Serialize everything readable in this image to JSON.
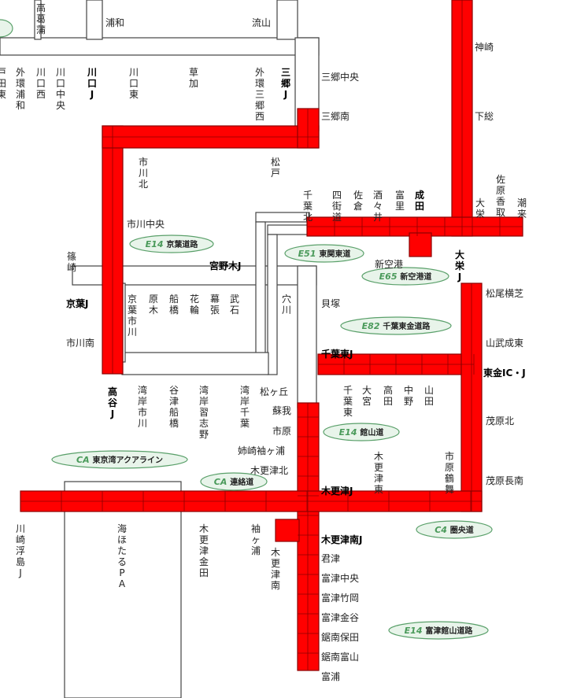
{
  "colors": {
    "toll": "#ff0000",
    "toll_border": "#8b0000",
    "free": "#ffffff",
    "free_border": "#444444",
    "badge_fill": "#e8f4ea",
    "badge_border": "#5aa06a"
  },
  "routes": [
    {
      "code": "E14",
      "name": "京葉道路"
    },
    {
      "code": "E51",
      "name": "東関東道"
    },
    {
      "code": "E65",
      "name": "新空港道"
    },
    {
      "code": "E82",
      "name": "千葉東金道路"
    },
    {
      "code": "E14",
      "name": "館山道"
    },
    {
      "code": "CA",
      "name": "東京湾アクアライン"
    },
    {
      "code": "CA",
      "name": "連絡道"
    },
    {
      "code": "C4",
      "name": "圏央道"
    },
    {
      "code": "E14",
      "name": "富津館山道路"
    }
  ],
  "interchanges": [
    {
      "name": "高葛蒲",
      "bold": false
    },
    {
      "name": "浦和",
      "bold": false
    },
    {
      "name": "流山",
      "bold": false
    },
    {
      "name": "戸田東",
      "bold": false
    },
    {
      "name": "外環浦和",
      "bold": false
    },
    {
      "name": "川口西",
      "bold": false
    },
    {
      "name": "川口中央",
      "bold": false
    },
    {
      "name": "川口J",
      "bold": true
    },
    {
      "name": "川口東",
      "bold": false
    },
    {
      "name": "草加",
      "bold": false
    },
    {
      "name": "外環三郷西",
      "bold": false
    },
    {
      "name": "三郷J",
      "bold": true
    },
    {
      "name": "三郷中央",
      "bold": false
    },
    {
      "name": "三郷南",
      "bold": false
    },
    {
      "name": "神崎",
      "bold": false
    },
    {
      "name": "下総",
      "bold": false
    },
    {
      "name": "市川北",
      "bold": false
    },
    {
      "name": "松戸",
      "bold": false
    },
    {
      "name": "市川中央",
      "bold": false
    },
    {
      "name": "千葉北",
      "bold": false
    },
    {
      "name": "四街道",
      "bold": false
    },
    {
      "name": "佐倉",
      "bold": false
    },
    {
      "name": "酒々井",
      "bold": false
    },
    {
      "name": "富里",
      "bold": false
    },
    {
      "name": "成田",
      "bold": true
    },
    {
      "name": "大栄",
      "bold": false
    },
    {
      "name": "佐原香取",
      "bold": false
    },
    {
      "name": "潮来",
      "bold": false
    },
    {
      "name": "篠崎",
      "bold": false
    },
    {
      "name": "宮野木J",
      "bold": true
    },
    {
      "name": "新空港",
      "bold": false
    },
    {
      "name": "大栄J",
      "bold": true
    },
    {
      "name": "松尾横芝",
      "bold": false
    },
    {
      "name": "京葉J",
      "bold": true
    },
    {
      "name": "京葉市川",
      "bold": false
    },
    {
      "name": "原木",
      "bold": false
    },
    {
      "name": "船橋",
      "bold": false
    },
    {
      "name": "花輪",
      "bold": false
    },
    {
      "name": "幕張",
      "bold": false
    },
    {
      "name": "武石",
      "bold": false
    },
    {
      "name": "穴川",
      "bold": false
    },
    {
      "name": "貝塚",
      "bold": false
    },
    {
      "name": "市川南",
      "bold": false
    },
    {
      "name": "山武成東",
      "bold": false
    },
    {
      "name": "千葉東J",
      "bold": true
    },
    {
      "name": "東金IC・J",
      "bold": true
    },
    {
      "name": "高谷J",
      "bold": true
    },
    {
      "name": "湾岸市川",
      "bold": false
    },
    {
      "name": "谷津船橋",
      "bold": false
    },
    {
      "name": "湾岸習志野",
      "bold": false
    },
    {
      "name": "湾岸千葉",
      "bold": false
    },
    {
      "name": "松ヶ丘",
      "bold": false
    },
    {
      "name": "蘇我",
      "bold": false
    },
    {
      "name": "市原",
      "bold": false
    },
    {
      "name": "千葉東",
      "bold": false
    },
    {
      "name": "大宮",
      "bold": false
    },
    {
      "name": "高田",
      "bold": false
    },
    {
      "name": "中野",
      "bold": false
    },
    {
      "name": "山田",
      "bold": false
    },
    {
      "name": "茂原北",
      "bold": false
    },
    {
      "name": "姉崎袖ヶ浦",
      "bold": false
    },
    {
      "name": "木更津北",
      "bold": false
    },
    {
      "name": "木更津東",
      "bold": false
    },
    {
      "name": "市原鶴舞",
      "bold": false
    },
    {
      "name": "茂原長南",
      "bold": false
    },
    {
      "name": "木更津J",
      "bold": true
    },
    {
      "name": "川崎浮島J",
      "bold": false
    },
    {
      "name": "海ほたるPA",
      "bold": false
    },
    {
      "name": "木更津金田",
      "bold": false
    },
    {
      "name": "袖ヶ浦",
      "bold": false
    },
    {
      "name": "木更津南",
      "bold": false
    },
    {
      "name": "木更津南J",
      "bold": true
    },
    {
      "name": "君津",
      "bold": false
    },
    {
      "name": "富津中央",
      "bold": false
    },
    {
      "name": "富津竹岡",
      "bold": false
    },
    {
      "name": "富津金谷",
      "bold": false
    },
    {
      "name": "鋸南保田",
      "bold": false
    },
    {
      "name": "鋸南富山",
      "bold": false
    },
    {
      "name": "富浦",
      "bold": false
    }
  ]
}
